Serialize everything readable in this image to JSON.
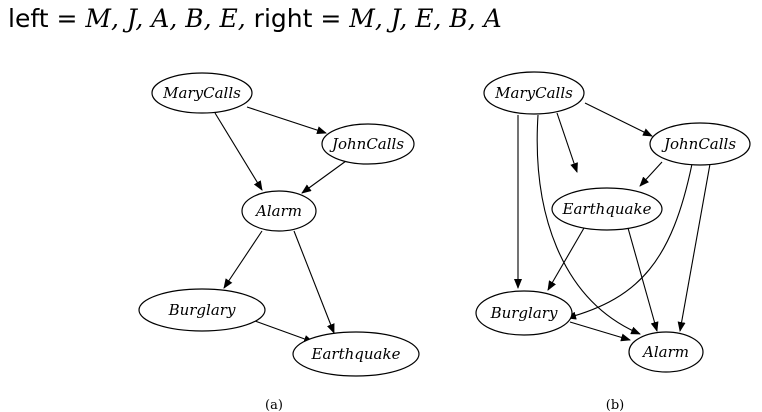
{
  "heading": {
    "left_label": "left",
    "eq": "=",
    "right_label": "right",
    "left_order": "M, J, A, B, E,",
    "right_order": "M, J, E, B, A"
  },
  "diagrams": [
    {
      "caption": "(a)",
      "nodes": [
        {
          "id": "a-mary",
          "label": "MaryCalls"
        },
        {
          "id": "a-john",
          "label": "JohnCalls"
        },
        {
          "id": "a-alarm",
          "label": "Alarm"
        },
        {
          "id": "a-burglary",
          "label": "Burglary"
        },
        {
          "id": "a-earthquake",
          "label": "Earthquake"
        }
      ],
      "edges": [
        {
          "from": "MaryCalls",
          "to": "JohnCalls"
        },
        {
          "from": "MaryCalls",
          "to": "Alarm"
        },
        {
          "from": "JohnCalls",
          "to": "Alarm"
        },
        {
          "from": "Alarm",
          "to": "Burglary"
        },
        {
          "from": "Alarm",
          "to": "Earthquake"
        },
        {
          "from": "Burglary",
          "to": "Earthquake"
        }
      ]
    },
    {
      "caption": "(b)",
      "nodes": [
        {
          "id": "b-mary",
          "label": "MaryCalls"
        },
        {
          "id": "b-john",
          "label": "JohnCalls"
        },
        {
          "id": "b-earthquake",
          "label": "Earthquake"
        },
        {
          "id": "b-burglary",
          "label": "Burglary"
        },
        {
          "id": "b-alarm",
          "label": "Alarm"
        }
      ],
      "edges": [
        {
          "from": "MaryCalls",
          "to": "JohnCalls"
        },
        {
          "from": "MaryCalls",
          "to": "Earthquake"
        },
        {
          "from": "MaryCalls",
          "to": "Burglary"
        },
        {
          "from": "MaryCalls",
          "to": "Alarm"
        },
        {
          "from": "JohnCalls",
          "to": "Earthquake"
        },
        {
          "from": "JohnCalls",
          "to": "Burglary"
        },
        {
          "from": "JohnCalls",
          "to": "Alarm"
        },
        {
          "from": "Earthquake",
          "to": "Burglary"
        },
        {
          "from": "Earthquake",
          "to": "Alarm"
        },
        {
          "from": "Burglary",
          "to": "Alarm"
        }
      ]
    }
  ]
}
